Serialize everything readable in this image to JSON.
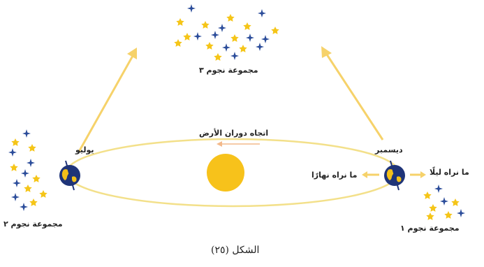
{
  "labels": {
    "group3": "مجموعة نجوم ٣",
    "group2": "مجموعة نجوم ٢",
    "group1": "مجموعة نجوم ١",
    "july": "يوليو",
    "december": "ديسمبر",
    "rotation": "اتجاه دوران الأرض",
    "day_view": "ما نراه نهارًا",
    "night_view": "ما نراه ليلًا"
  },
  "caption": "الشكل (٢٥)",
  "colors": {
    "orbit": "#f3e08a",
    "sun": "#f7c21b",
    "arrow": "#f6d26a",
    "star_yellow": "#f5c518",
    "star_blue": "#2b4c9a",
    "earth_blue": "#1f3478",
    "earth_land": "#f3c01a"
  },
  "icons": {
    "star": "star-icon",
    "sun": "sun-icon",
    "earth": "earth-icon"
  }
}
